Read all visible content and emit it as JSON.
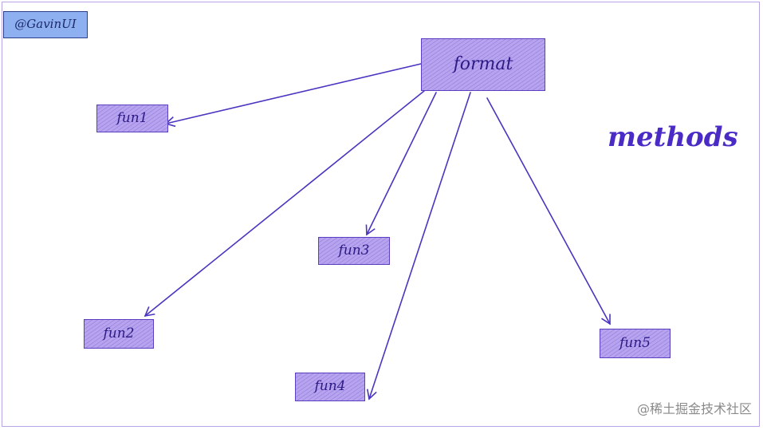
{
  "badge": "@GavinUI",
  "title": "methods",
  "watermark": "@稀土掘金技术社区",
  "colors": {
    "node_fill": "#b7a4ee",
    "node_border": "#5b3fc0",
    "arrow": "#4a35c0",
    "title": "#4a2bc6",
    "badge_fill": "#8fb0f0"
  },
  "nodes": [
    {
      "id": "format",
      "label": "format"
    },
    {
      "id": "fun1",
      "label": "fun1"
    },
    {
      "id": "fun2",
      "label": "fun2"
    },
    {
      "id": "fun3",
      "label": "fun3"
    },
    {
      "id": "fun4",
      "label": "fun4"
    },
    {
      "id": "fun5",
      "label": "fun5"
    }
  ],
  "edges": [
    {
      "from": "format",
      "to": "fun1"
    },
    {
      "from": "format",
      "to": "fun2"
    },
    {
      "from": "format",
      "to": "fun3"
    },
    {
      "from": "format",
      "to": "fun4"
    },
    {
      "from": "format",
      "to": "fun5"
    }
  ]
}
